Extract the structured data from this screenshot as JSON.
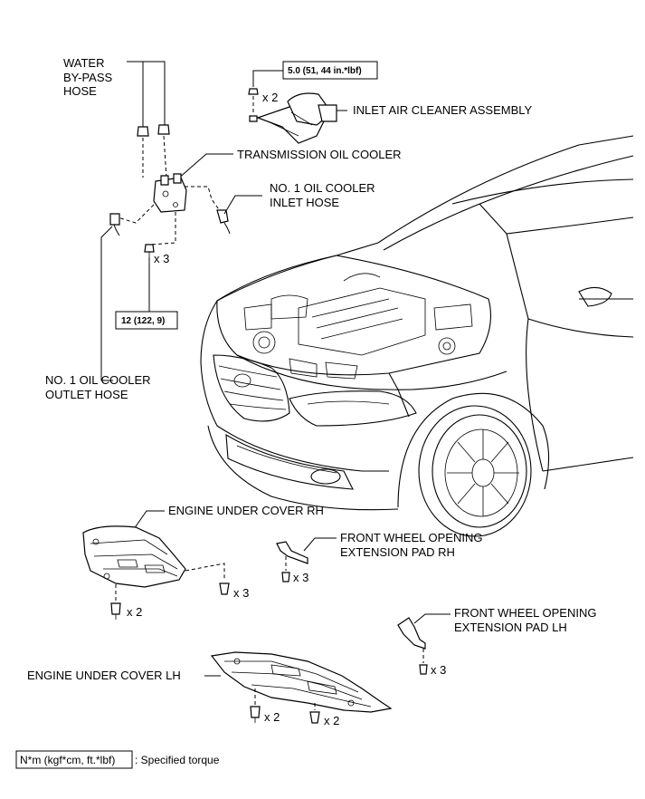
{
  "labels": {
    "water_bypass_hose": [
      "WATER",
      "BY-PASS",
      "HOSE"
    ],
    "inlet_air_cleaner": "INLET AIR CLEANER ASSEMBLY",
    "transmission_oil_cooler": "TRANSMISSION OIL COOLER",
    "inlet_hose": [
      "NO. 1 OIL COOLER",
      "INLET HOSE"
    ],
    "outlet_hose": [
      "NO. 1 OIL COOLER",
      "OUTLET HOSE"
    ],
    "engine_under_cover_rh": "ENGINE UNDER COVER RH",
    "front_wheel_pad_rh": [
      "FRONT WHEEL OPENING",
      "EXTENSION PAD RH"
    ],
    "front_wheel_pad_lh": [
      "FRONT WHEEL OPENING",
      "EXTENSION PAD LH"
    ],
    "engine_under_cover_lh": "ENGINE UNDER COVER LH"
  },
  "torques": {
    "air_cleaner_bolt": "5.0 (51, 44 in.*lbf)",
    "oil_cooler_bolt": "12 (122, 9)"
  },
  "quantities": {
    "air_cleaner_bolts": "x 2",
    "oil_cooler_bolts": "x 3",
    "rh_cover_clips": "x 3",
    "rh_cover_bolts": "x 2",
    "pad_rh_screws": "x 3",
    "pad_lh_screws": "x 3",
    "lh_cover_bolts": "x 2",
    "lh_cover_clips": "x 2"
  },
  "legend": {
    "symbol": "N*m (kgf*cm, ft.*lbf)",
    "text": ": Specified torque"
  }
}
